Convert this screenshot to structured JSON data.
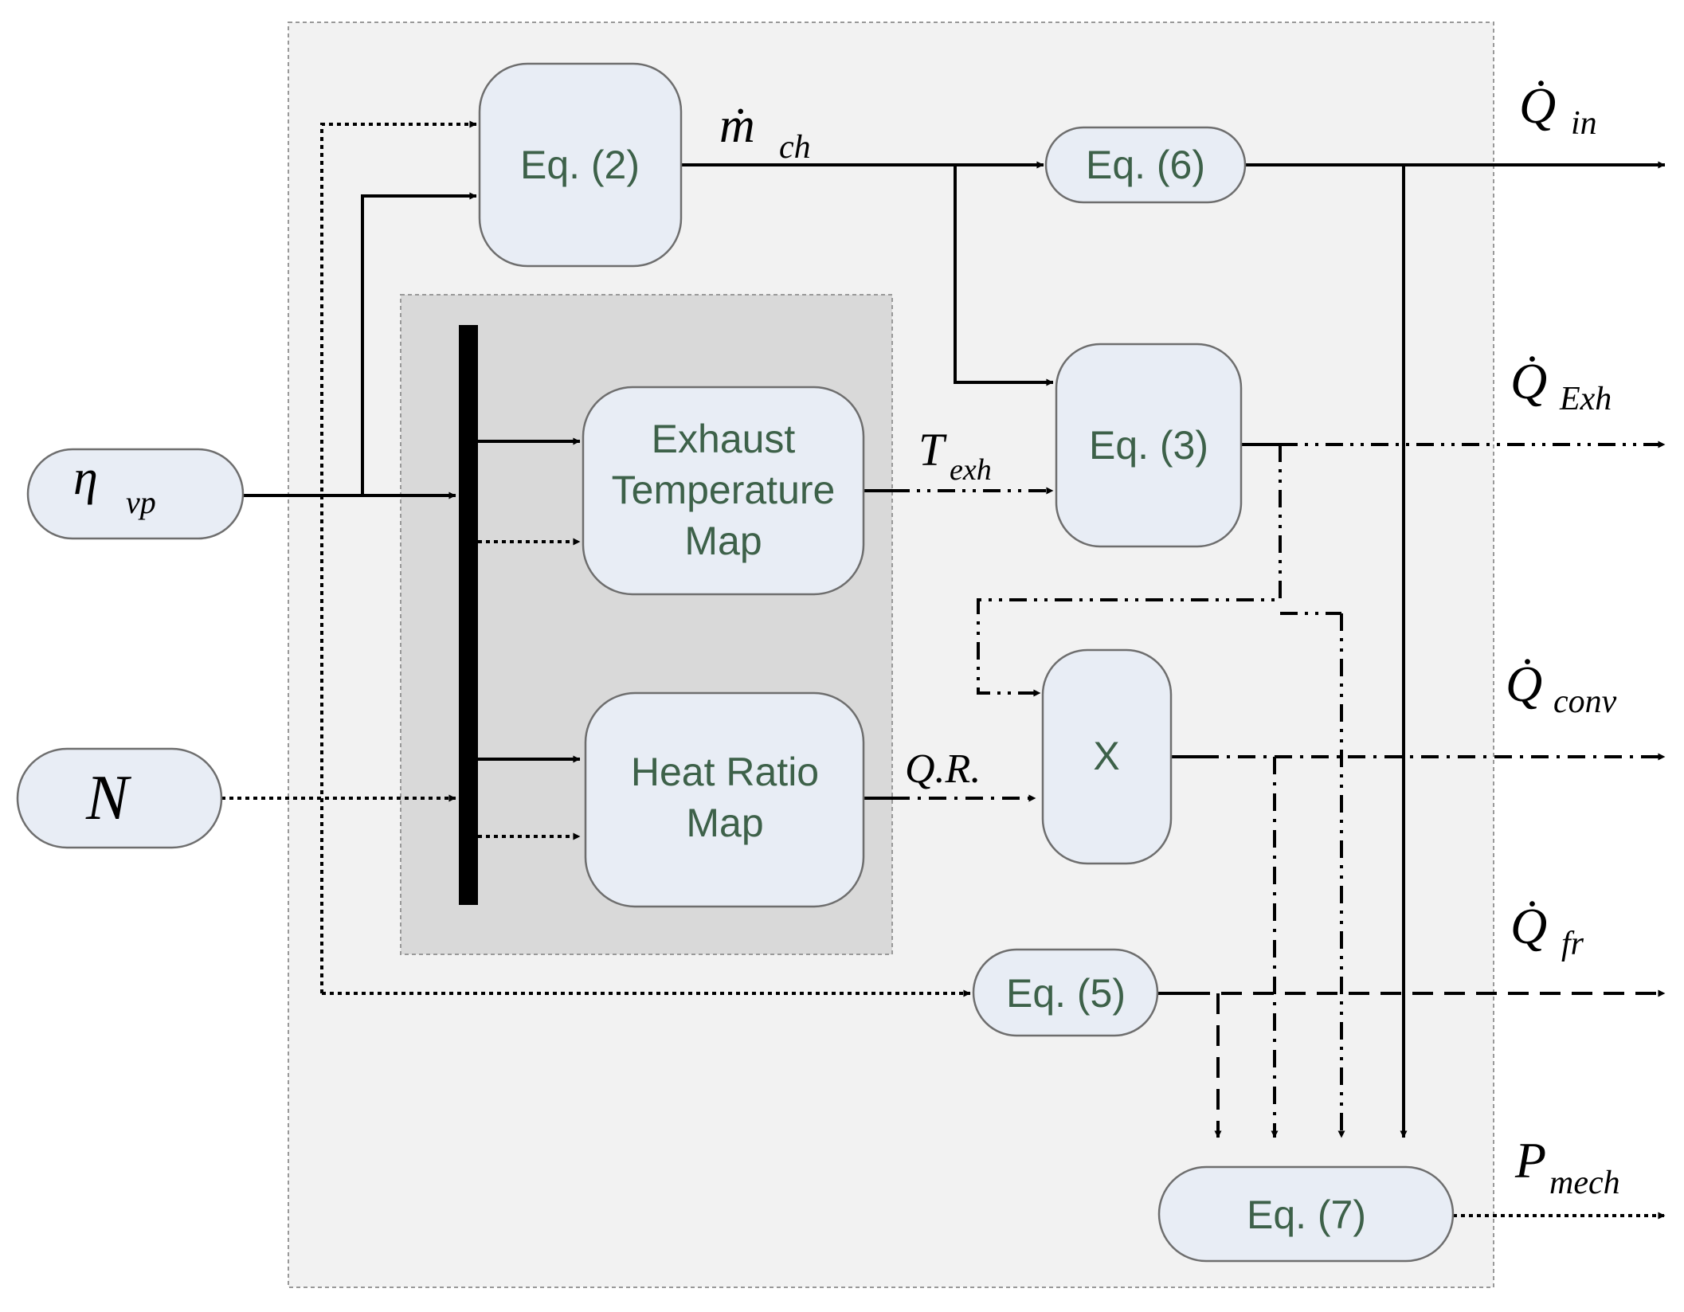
{
  "title": "",
  "inputs": {
    "eta_vp": {
      "symbol": "η",
      "subscript": "vp"
    },
    "n": {
      "symbol": "N"
    }
  },
  "blocks": {
    "eq2": "Eq. (2)",
    "eq3": "Eq. (3)",
    "eq5": "Eq. (5)",
    "eq6": "Eq. (6)",
    "eq7": "Eq. (7)",
    "multiply": "X",
    "exhaust_map": [
      "Exhaust",
      "Temperature",
      "Map"
    ],
    "heat_ratio_map": [
      "Heat Ratio",
      "Map"
    ]
  },
  "signals": {
    "m_ch": {
      "symbol": "ṁ",
      "subscript": "ch"
    },
    "t_exh": {
      "symbol": "T",
      "subscript": "exh"
    },
    "qr": {
      "symbol": "Q.R."
    }
  },
  "outputs": {
    "q_in": {
      "symbol": "Q̇",
      "subscript": "in"
    },
    "q_exh": {
      "symbol": "Q̇",
      "subscript": "Exh"
    },
    "q_conv": {
      "symbol": "Q̇",
      "subscript": "conv"
    },
    "q_fr": {
      "symbol": "Q̇",
      "subscript": "fr"
    },
    "p_mech": {
      "symbol": "P",
      "subscript": "mech"
    }
  },
  "colors": {
    "block_fill": "#e8edf5",
    "block_text": "#3d6149",
    "outer_panel": "#f2f2f2",
    "inner_panel": "#d9d9d9",
    "line": "#000000"
  }
}
